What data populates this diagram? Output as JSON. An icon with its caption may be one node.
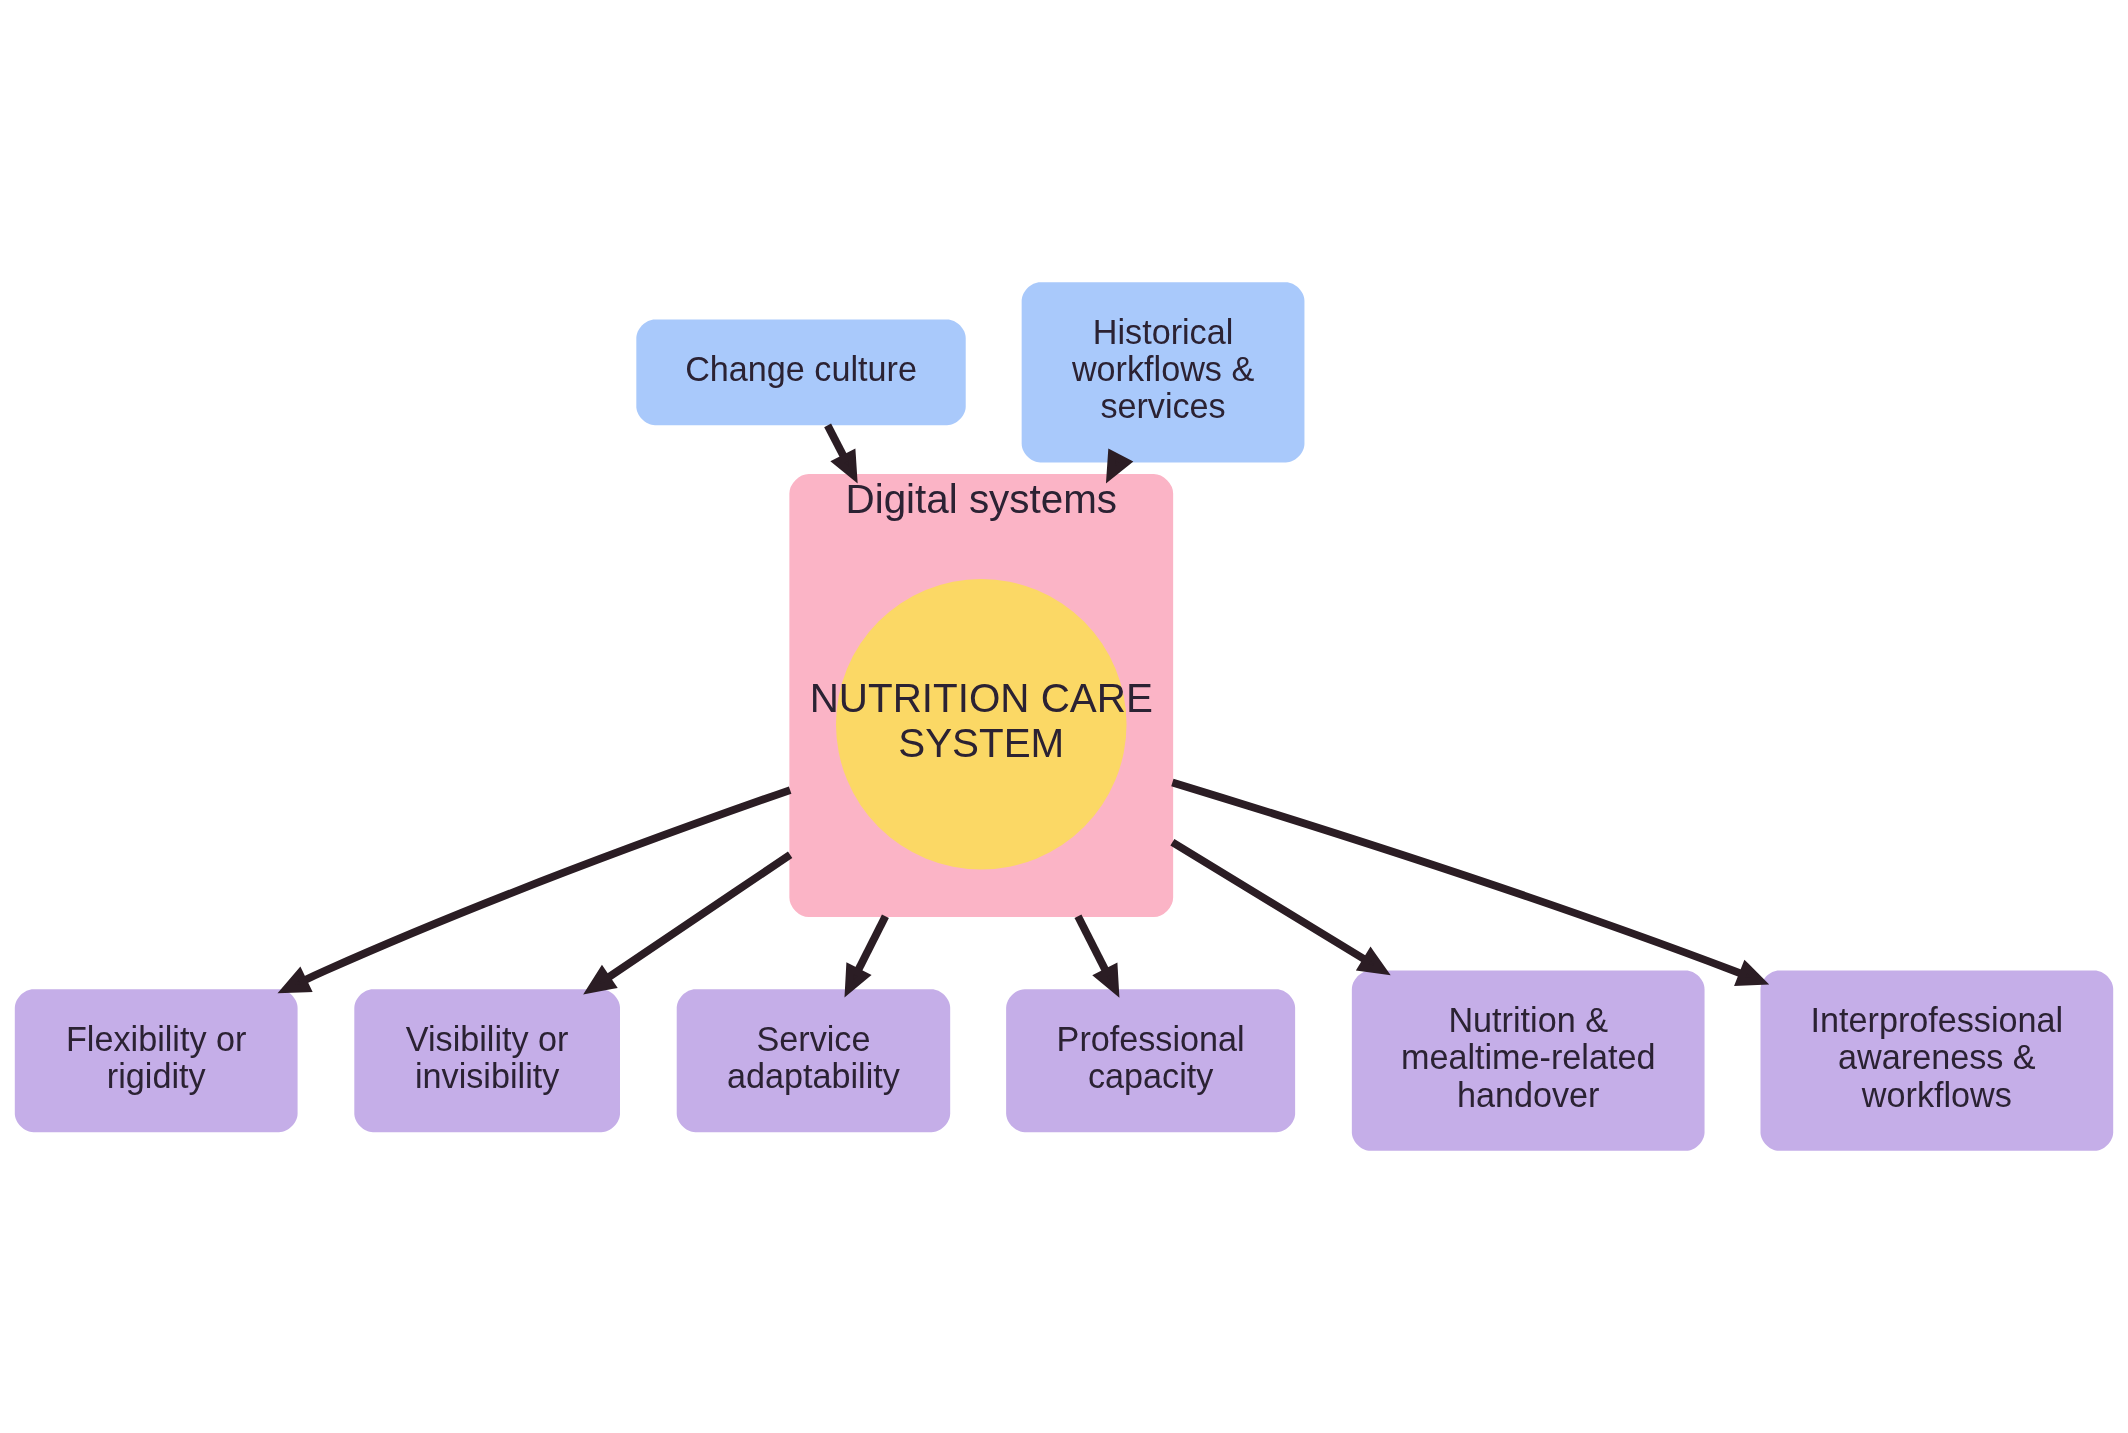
{
  "diagram": {
    "nodes": [
      {
        "text": [
          "Change culture"
        ]
      },
      {
        "text": [
          "Historical workflows & services"
        ]
      },
      {
        "text": [
          "Digital systems"
        ]
      },
      {
        "text": [
          "NUTRITION CARE SYSTEM"
        ],
        "in": 2
      },
      {
        "text": [
          "Flexibility or rigidity"
        ]
      },
      {
        "text": [
          "Visibility or invisibility"
        ]
      },
      {
        "text": [
          "Service adaptability"
        ]
      },
      {
        "text": [
          "Professional capacity"
        ]
      },
      {
        "text": [
          "Nutrition & mealtime-related handover"
        ]
      },
      {
        "text": [
          "Interprofessional awareness & workflows"
        ]
      }
    ],
    "edges": [
      {
        "from": 0,
        "to": 2,
        "arrow": "to"
      },
      {
        "from": 1,
        "to": 2,
        "arrow": "to"
      },
      {
        "from": 2,
        "to": 4,
        "arrow": "to"
      },
      {
        "from": 2,
        "to": 5,
        "arrow": "to"
      },
      {
        "from": 2,
        "to": 6,
        "arrow": "to"
      },
      {
        "from": 2,
        "to": 7,
        "arrow": "to"
      },
      {
        "from": 2,
        "to": 8,
        "arrow": "to"
      },
      {
        "from": 2,
        "to": 9,
        "arrow": "to"
      }
    ]
  }
}
